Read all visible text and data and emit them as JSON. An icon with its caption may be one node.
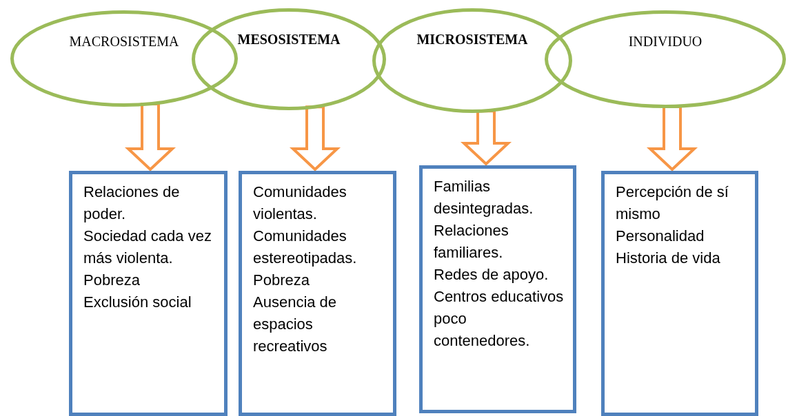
{
  "diagram": {
    "nodes": [
      {
        "text": [
          "MACROSISTEMA"
        ]
      },
      {
        "text": [
          "MESOSISTEMA"
        ]
      },
      {
        "text": [
          "MICROSISTEMA"
        ]
      },
      {
        "text": [
          "INDIVIDUO"
        ]
      },
      {
        "text": [
          "Relaciones de poder.",
          "Sociedad cada vez más violenta.",
          "Pobreza",
          "Exclusión social"
        ]
      },
      {
        "text": [
          "Comunidades violentas.",
          "Comunidades estereotipadas.",
          "Pobreza",
          "Ausencia de espacios recreativos"
        ]
      },
      {
        "text": [
          "Familias desintegradas.",
          "Relaciones familiares.",
          "Redes de apoyo.",
          "Centros educativos poco contenedores."
        ]
      },
      {
        "text": [
          "Percepción de sí mismo",
          "Personalidad",
          "Historia de vida"
        ]
      }
    ],
    "edges": [
      {
        "from": 0,
        "to": 4,
        "arrow": "to"
      },
      {
        "from": 1,
        "to": 5,
        "arrow": "to"
      },
      {
        "from": 2,
        "to": 6,
        "arrow": "to"
      },
      {
        "from": 3,
        "to": 7,
        "arrow": "to"
      }
    ]
  }
}
